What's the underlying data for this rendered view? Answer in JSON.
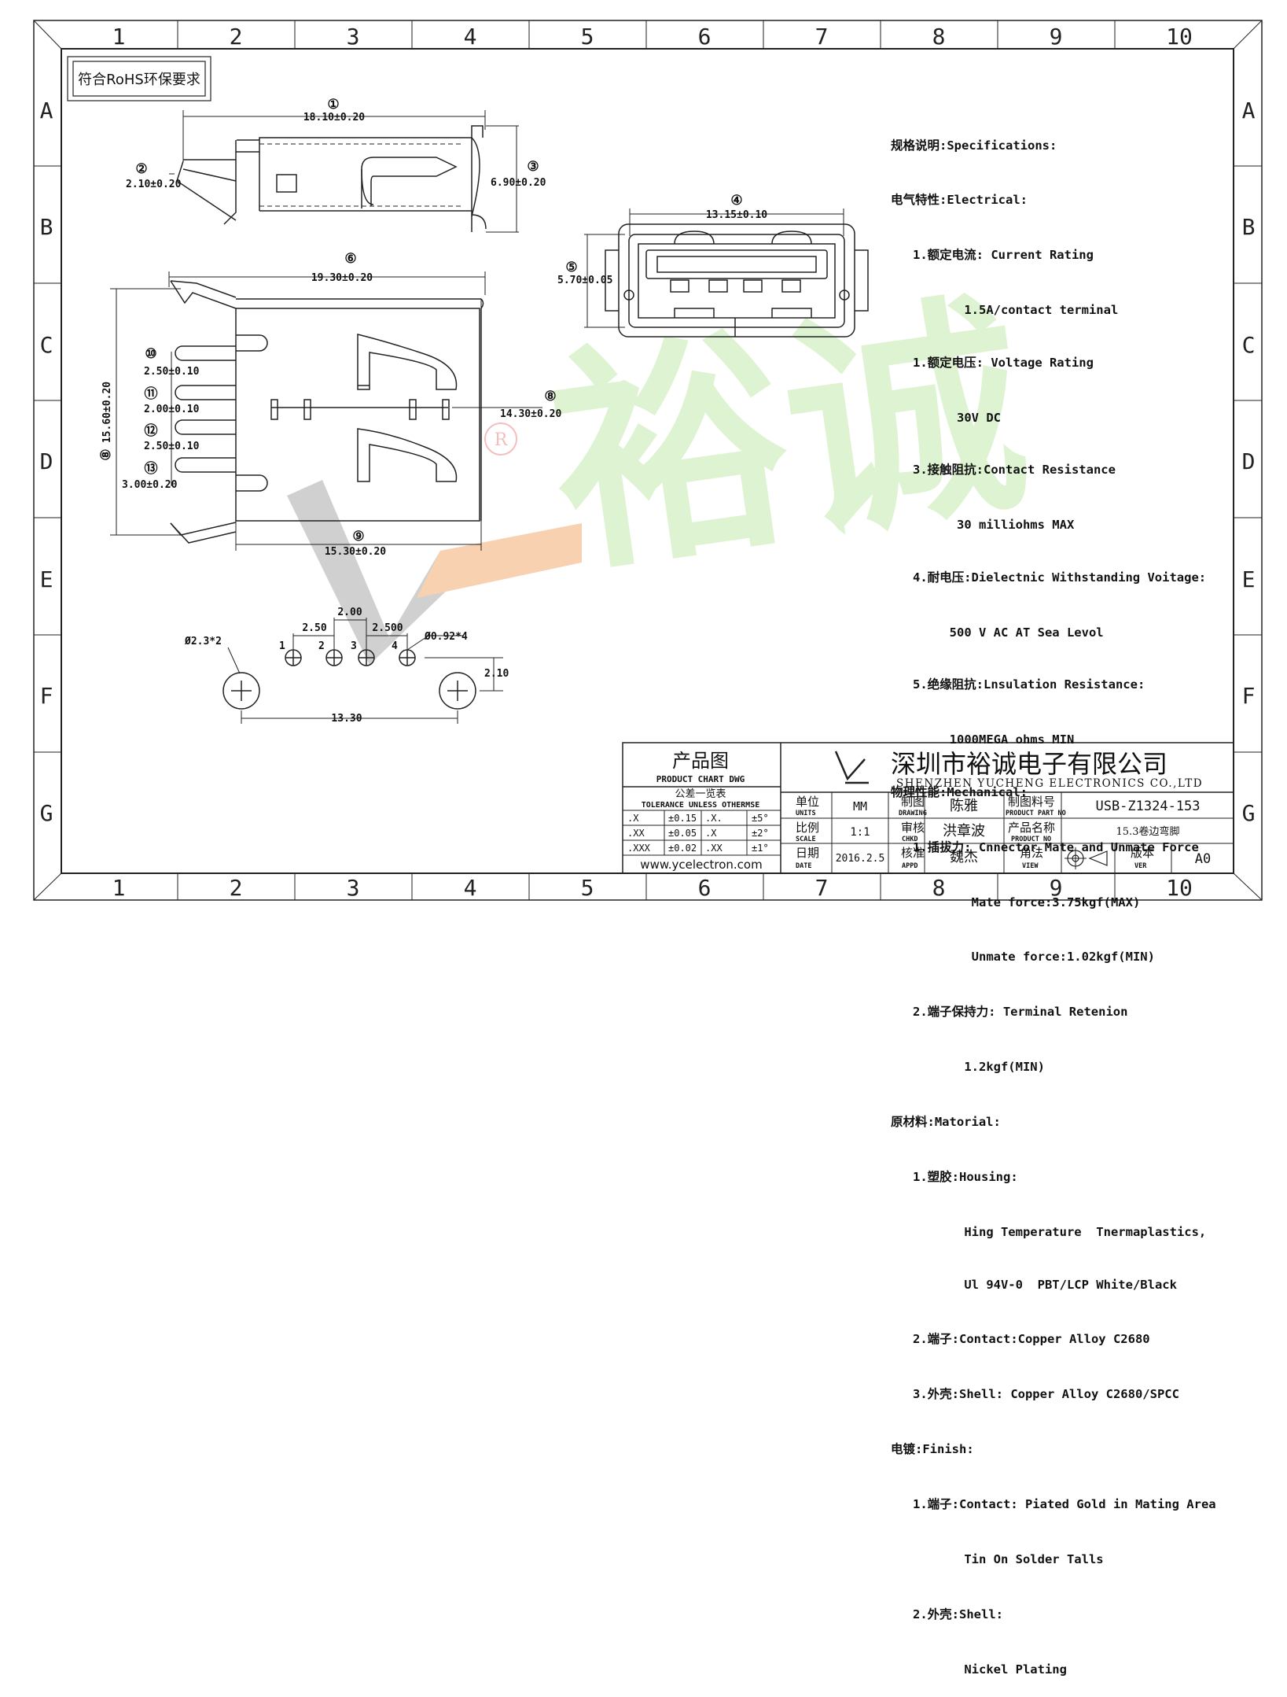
{
  "rohs_label": "符合RoHS环保要求",
  "border": {
    "columns": [
      "1",
      "2",
      "3",
      "4",
      "5",
      "6",
      "7",
      "8",
      "9",
      "10"
    ],
    "rows": [
      "A",
      "B",
      "C",
      "D",
      "E",
      "F",
      "G"
    ]
  },
  "watermark": {
    "brand": "裕诚",
    "registered": "R"
  },
  "spec_lines": [
    "规格说明:Specifications:",
    "电气特性:Electrical:",
    "   1.额定电流: Current Rating",
    "          1.5A/contact terminal",
    "   1.额定电压: Voltage Rating",
    "         30V DC",
    "   3.接触阻抗:Contact Resistance",
    "         30 milliohms MAX",
    "   4.耐电压:Dielectnic Withstanding Voitage:",
    "        500 V AC AT Sea Levol",
    "   5.绝缘阻抗:Lnsulation Resistance:",
    "        1000MEGA ohms MIN",
    "物理性能:Mechanical:",
    "   1.插拔力: Cnnector Mate and Unmate Force",
    "           Mate force:3.75kgf(MAX)",
    "           Unmate force:1.02kgf(MIN)",
    "   2.端子保持力: Terminal Retenion",
    "          1.2kgf(MIN)",
    "原材料:Matorial:",
    "   1.塑胶:Housing:",
    "          Hing Temperature  Tnermaplastics,",
    "          Ul 94V-0  PBT/LCP White/Black",
    "   2.端子:Contact:Copper Alloy C2680",
    "   3.外壳:Shell: Copper Alloy C2680/SPCC",
    "电镀:Finish:",
    "   1.端子:Contact: Piated Gold in Mating Area",
    "          Tin On Solder Talls",
    "   2.外壳:Shell:",
    "          Nickel Plating"
  ],
  "dimensions": {
    "d1": {
      "num": "①",
      "text": "18.10±0.20"
    },
    "d2": {
      "num": "②",
      "text": "2.10±0.20"
    },
    "d3": {
      "num": "③",
      "text": "6.90±0.20"
    },
    "d4": {
      "num": "④",
      "text": "13.15±0.10"
    },
    "d5": {
      "num": "⑤",
      "text": "5.70±0.05"
    },
    "d6": {
      "num": "⑥",
      "text": "19.30±0.20"
    },
    "d8": {
      "num": "⑧",
      "text": "15.60±0.20"
    },
    "d8b": {
      "num": "⑧",
      "text": "14.30±0.20"
    },
    "d9": {
      "num": "⑨",
      "text": "15.30±0.20"
    },
    "d10": {
      "num": "⑩",
      "text": "2.50±0.10"
    },
    "d11": {
      "num": "⑪",
      "text": "2.00±0.10"
    },
    "d12": {
      "num": "⑫",
      "text": "2.50±0.10"
    },
    "d13": {
      "num": "⑬",
      "text": "3.00±0.20"
    }
  },
  "footprint": {
    "spacing_top": "2.00",
    "spacing_left": "2.50",
    "spacing_right": "2.500",
    "pin_hole": "Ø0.92*4",
    "mount_hole": "Ø2.3*2",
    "vertical": "2.10",
    "width": "13.30",
    "pins": [
      "1",
      "2",
      "3",
      "4"
    ]
  },
  "title_block": {
    "chart_title": "产品图",
    "chart_subtitle": "PRODUCT CHART DWG",
    "tol_title": "公差一览表",
    "tol_subtitle": "TOLERANCE UNLESS OTHERMSE",
    "tolerances": [
      [
        ".X",
        "±0.15",
        ".X.",
        "±5°"
      ],
      [
        ".XX",
        "±0.05",
        ".X",
        "±2°"
      ],
      [
        ".XXX",
        "±0.02",
        ".XX",
        "±1°"
      ]
    ],
    "website": "www.ycelectron.com",
    "company_cn": "深圳市裕诚电子有限公司",
    "company_en": "SHENZHEN YUCHENG ELECTRONICS CO.,LTD",
    "units_cn": "单位",
    "units_en": "UNITS",
    "units_val": "MM",
    "scale_cn": "比例",
    "scale_en": "SCALE",
    "scale_val": "1:1",
    "date_cn": "日期",
    "date_en": "DATE",
    "date_val": "2016.2.5",
    "drawing_cn": "制图",
    "drawing_en": "DRAWING",
    "drawing_val": "陈雅",
    "chkd_cn": "审核",
    "chkd_en": "CHKD",
    "chkd_val": "洪章波",
    "appd_cn": "核准",
    "appd_en": "APPD",
    "appd_val": "魏杰",
    "part_no_cn": "制图料号",
    "part_no_en": "PRODUCT PART NO",
    "part_no_val": "USB-Z1324-153",
    "name_cn": "产品名称",
    "name_en": "PRODUCT NO",
    "name_val": "15.3卷边弯脚",
    "view_cn": "角法",
    "view_en": "VIEW",
    "ver_cn": "版本",
    "ver_en": "VER",
    "ver_val": "A0"
  }
}
